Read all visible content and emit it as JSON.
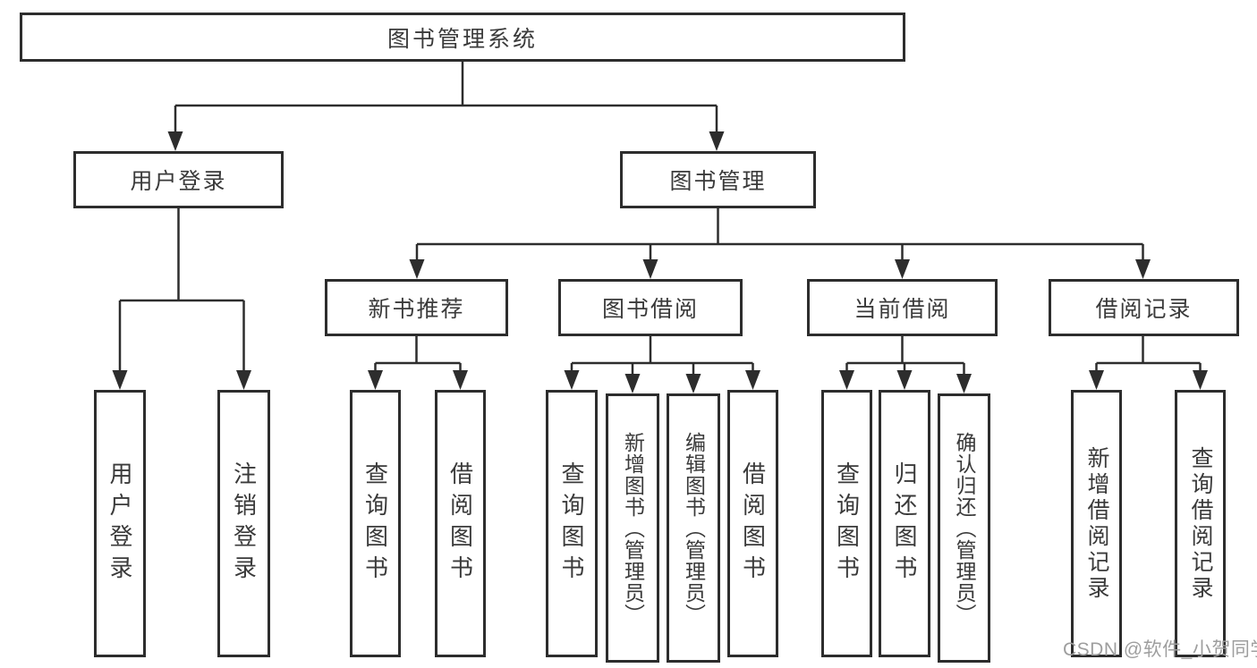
{
  "diagram": {
    "root": {
      "label": "图书管理系统"
    },
    "level2": [
      {
        "label": "用户登录",
        "parent": "图书管理系统"
      },
      {
        "label": "图书管理",
        "parent": "图书管理系统"
      }
    ],
    "level3": [
      {
        "label": "新书推荐",
        "parent": "图书管理"
      },
      {
        "label": "图书借阅",
        "parent": "图书管理"
      },
      {
        "label": "当前借阅",
        "parent": "图书管理"
      },
      {
        "label": "借阅记录",
        "parent": "图书管理"
      }
    ],
    "leaves": [
      {
        "label": "用户登录",
        "parent": "用户登录"
      },
      {
        "label": "注销登录",
        "parent": "用户登录"
      },
      {
        "label": "查询图书",
        "parent": "新书推荐"
      },
      {
        "label": "借阅图书",
        "parent": "新书推荐"
      },
      {
        "label": "查询图书",
        "parent": "图书借阅"
      },
      {
        "label": "新增图书（管理员）",
        "parent": "图书借阅"
      },
      {
        "label": "编辑图书（管理员）",
        "parent": "图书借阅"
      },
      {
        "label": "借阅图书",
        "parent": "图书借阅"
      },
      {
        "label": "查询图书",
        "parent": "当前借阅"
      },
      {
        "label": "归还图书",
        "parent": "当前借阅"
      },
      {
        "label": "确认归还（管理员）",
        "parent": "当前借阅"
      },
      {
        "label": "新增借阅记录",
        "parent": "借阅记录"
      },
      {
        "label": "查询借阅记录",
        "parent": "借阅记录"
      }
    ],
    "watermark": "CSDN @软件_小贺同学",
    "colors": {
      "line": "#2d2d2d",
      "text": "#3a3a3a",
      "watermark": "#9e9e9e",
      "box_bg": "#ffffff"
    }
  }
}
